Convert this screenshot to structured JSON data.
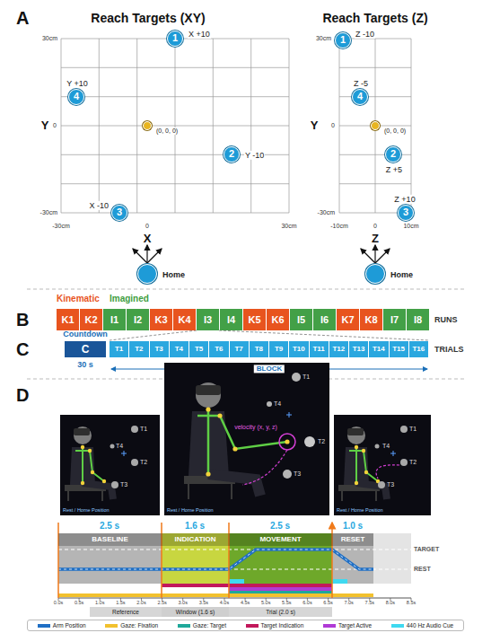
{
  "diagram": {
    "nodes": [
      {
        "text": [
          "1",
          "X +10"
        ]
      },
      {
        "text": [
          "4",
          "Y +10"
        ]
      },
      {
        "text": [
          "(0, 0, 0)"
        ]
      },
      {
        "text": [
          "2",
          "Y -10"
        ]
      },
      {
        "text": [
          "3",
          "X -10"
        ]
      },
      {
        "text": [
          "1",
          "Z -10"
        ]
      },
      {
        "text": [
          "4",
          "Z -5"
        ]
      },
      {
        "text": [
          "(0, 0, 0)"
        ]
      },
      {
        "text": [
          "2",
          "Z +5"
        ]
      },
      {
        "text": [
          "3",
          "Z +10"
        ]
      },
      {
        "text": [
          "Home"
        ]
      },
      {
        "text": [
          "Home"
        ]
      },
      {
        "text": [
          "K1"
        ]
      },
      {
        "text": [
          "K2"
        ]
      },
      {
        "text": [
          "I1"
        ]
      },
      {
        "text": [
          "I2"
        ]
      },
      {
        "text": [
          "K3"
        ]
      },
      {
        "text": [
          "K4"
        ]
      },
      {
        "text": [
          "I3"
        ]
      },
      {
        "text": [
          "I4"
        ]
      },
      {
        "text": [
          "K5"
        ]
      },
      {
        "text": [
          "K6"
        ]
      },
      {
        "text": [
          "I5"
        ]
      },
      {
        "text": [
          "I6"
        ]
      },
      {
        "text": [
          "K7"
        ]
      },
      {
        "text": [
          "K8"
        ]
      },
      {
        "text": [
          "I7"
        ]
      },
      {
        "text": [
          "I8"
        ]
      },
      {
        "text": [
          "Countdown",
          "C",
          "30 s"
        ]
      },
      {
        "text": [
          "T1"
        ]
      },
      {
        "text": [
          "T2"
        ]
      },
      {
        "text": [
          "T3"
        ]
      },
      {
        "text": [
          "T4"
        ]
      },
      {
        "text": [
          "T5"
        ]
      },
      {
        "text": [
          "T6"
        ]
      },
      {
        "text": [
          "T7"
        ]
      },
      {
        "text": [
          "T8"
        ]
      },
      {
        "text": [
          "T9"
        ]
      },
      {
        "text": [
          "T10"
        ]
      },
      {
        "text": [
          "T11"
        ]
      },
      {
        "text": [
          "T12"
        ]
      },
      {
        "text": [
          "T13"
        ]
      },
      {
        "text": [
          "T14"
        ]
      },
      {
        "text": [
          "T15"
        ]
      },
      {
        "text": [
          "T16"
        ]
      },
      {
        "text": [
          "BASELINE"
        ]
      },
      {
        "text": [
          "INDICATION"
        ]
      },
      {
        "text": [
          "MOVEMENT"
        ]
      },
      {
        "text": [
          "RESET"
        ]
      },
      {
        "text": [
          "Reference"
        ]
      },
      {
        "text": [
          "Window (1.6 s)"
        ]
      },
      {
        "text": [
          "Trial (2.0 s)"
        ]
      }
    ],
    "labels": [
      "A",
      "Reach Targets (XY)",
      "Reach Targets (Z)",
      "30cm",
      "Y",
      "0",
      "-30cm",
      "-30cm",
      "0",
      "30cm",
      "X",
      "30cm",
      "Y",
      "0",
      "-30cm",
      "-10cm",
      "0",
      "10cm",
      "Z",
      "B",
      "Kinematic",
      "Imagined",
      "RUNS",
      "C",
      "TRIALS",
      "BLOCK",
      "D",
      "T1",
      "T4",
      "T2",
      "T3",
      "Rest / Home Position",
      "T1",
      "T4",
      "velocity (x, y, z)",
      "T2",
      "T3",
      "Rest / Home Position",
      "T1",
      "T4",
      "T2",
      "T3",
      "Rest / Home Position",
      "2.5 s",
      "1.6 s",
      "2.5 s",
      "1.0 s",
      "TARGET",
      "REST",
      "0.0s",
      "0.5s",
      "1.0s",
      "1.5s",
      "2.0s",
      "2.5s",
      "3.0s",
      "3.5s",
      "4.0s",
      "4.5s",
      "5.0s",
      "5.5s",
      "6.0s",
      "6.5s",
      "7.0s",
      "7.5s",
      "8.0s",
      "8.5s"
    ],
    "legend": [
      {
        "text": "Arm Position",
        "color": "#1f6fc5"
      },
      {
        "text": "Gaze: Fixation",
        "color": "#f2c12e"
      },
      {
        "text": "Gaze: Target",
        "color": "#1fa89a"
      },
      {
        "text": "Target Indication",
        "color": "#c2185b"
      },
      {
        "text": "Target Active",
        "color": "#b03ad6"
      },
      {
        "text": "440 Hz Audio Cue",
        "color": "#3fd9f0"
      }
    ]
  }
}
